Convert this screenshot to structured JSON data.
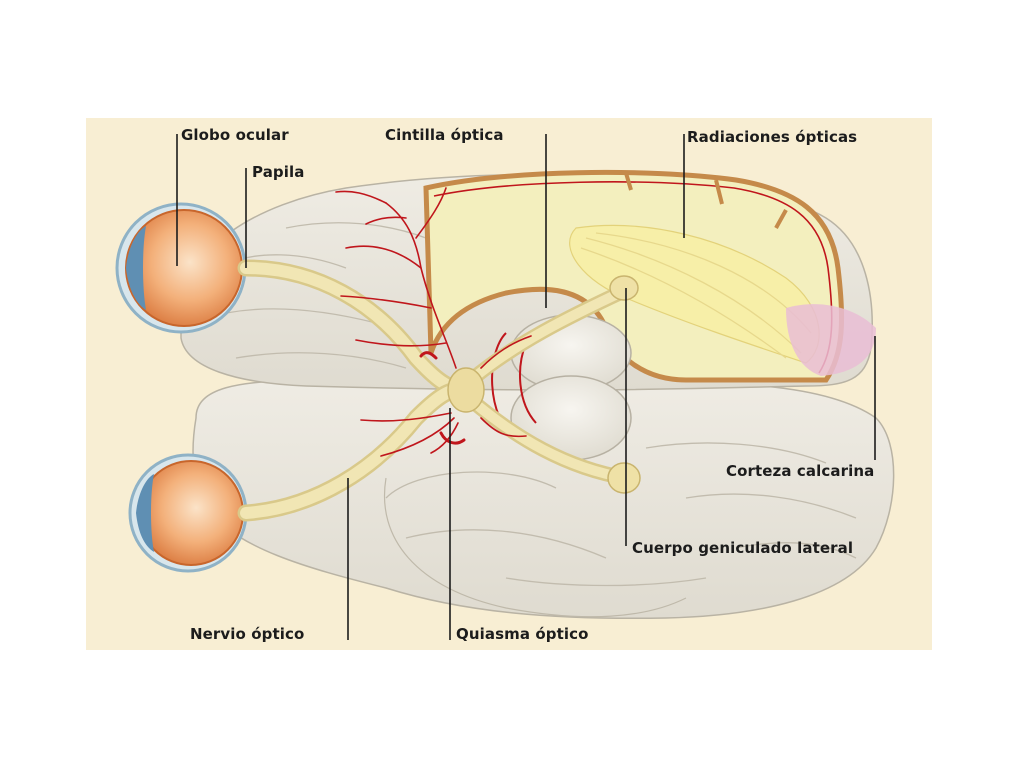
{
  "diagram": {
    "labels": {
      "globo_ocular": "Globo ocular",
      "papila": "Papila",
      "cintilla_optica": "Cintilla óptica",
      "radiaciones_opticas": "Radiaciones ópticas",
      "corteza_calcarina": "Corteza calcarina",
      "cuerpo_geniculado_lateral": "Cuerpo geniculado lateral",
      "nervio_optico": "Nervio óptico",
      "quiasma_optico": "Quiasma óptico"
    },
    "colors": {
      "background": "#f8eed3",
      "brain": "#ece9e1",
      "nerve": "#eee0a8",
      "eye": "#f0a060",
      "vessels": "#c0161c",
      "cortex_section": "#f4f0c2",
      "calcarine": "#e6b8d2"
    }
  }
}
